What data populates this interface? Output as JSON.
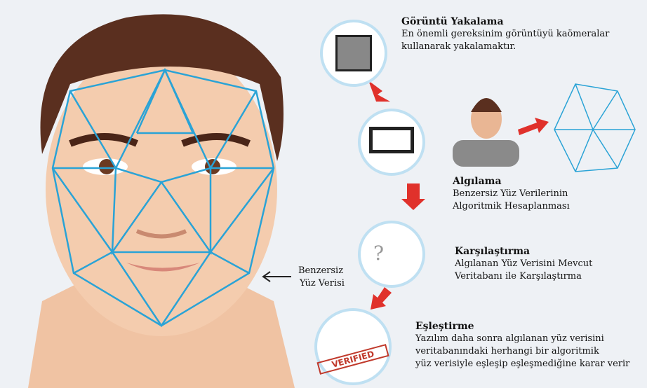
{
  "face_label": {
    "line1": "Benzersiz",
    "line2": "Yüz Verisi"
  },
  "steps": [
    {
      "title": "Görüntü Yakalama",
      "lines": [
        "En önemli gereksinim görüntüyü kaömeralar",
        "kullanarak yakalamaktır."
      ]
    },
    {
      "title": "Algılama",
      "lines": [
        "Benzersiz Yüz Verilerinin",
        "Algoritmik Hesaplanması"
      ]
    },
    {
      "title": "Karşılaştırma",
      "lines": [
        "Algılanan Yüz Verisini Mevcut",
        "Veritabanı ile Karşılaştırma"
      ]
    },
    {
      "title": "Eşleştirme",
      "lines": [
        "Yazılım daha sonra algılanan yüz verisini",
        "veritabanındaki herhangi bir algoritmik",
        "yüz verisiyle eşleşip eşleşmediğine karar verir"
      ]
    }
  ],
  "stamp": "VERIFIED",
  "colors": {
    "mesh": "#2aa3d6",
    "arrow": "#e0312b",
    "skin": "#f2c7a8",
    "hair": "#5a2f1f"
  }
}
